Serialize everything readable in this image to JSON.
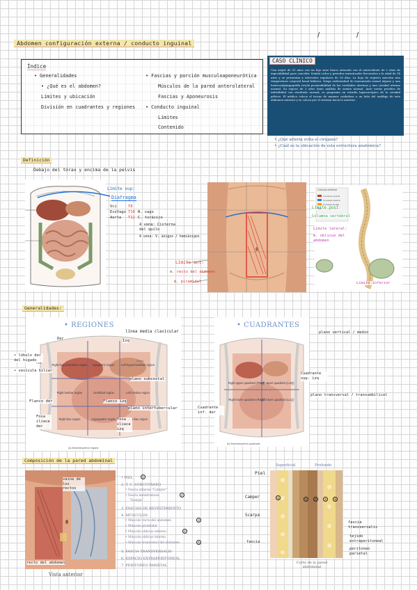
{
  "header": {
    "title": "Abdomen configuración externa / conducto inguinal",
    "date_slash_1": "/",
    "date_slash_2": "/"
  },
  "index": {
    "title": "Índice",
    "left": [
      "• Generalidades",
      "• ¿Qué es el abdomen?",
      "Límites y ubicación",
      "División en cuadrantes y regiones"
    ],
    "right": [
      "• Fascias y porción musculoaponeurótica",
      "Músculos de la pared anterolateral",
      "Fascias y Aponeurosis",
      "• Conducto inguinal",
      "Límites",
      "Contenido"
    ]
  },
  "caso": {
    "title": "CASO CLÍNICO",
    "text": "Una mujer de 31 años con un hijo sano busca atención con el antecedente de 2 años de imposibilidad para concebir. Señala ciclos y periodos menstruales frecuentes a la edad de 14 años y se presentan a intervalos regulares de 28 días. La hoja de registro muestra una temperatura corporal basal bifásica. Niega enfermedad de transmisión sexual alguna y una histerosalpingografía revela permeabilidad de las cavidades uterinas y una cavidad uterina normal. Su esposo de 3 años tiene análisis de semen normal. Ante varias pruebas de infertilidad con resultado normal, se programa un estudio laparoscópico de la cavidad pélvica. El médico coloca el trocar de manera cuidadosa a un lado del ombligo de este abdomen anterior y se coloca por el sistema hacia lo anterior.",
    "questions": [
      "• ¿Qué arteria evita el cirujano?",
      "• ¿Cuál es la ubicación de esta estructura anatómica?"
    ]
  },
  "definicion": {
    "head": "Definición",
    "text": "Debajo del tórax y encima de la pelvis",
    "labels": {
      "limite_sup": "Límite sup:",
      "diafragma": "Diafragma",
      "vci": "Vci",
      "esofago": "Esófago",
      "aorta": "Aorta",
      "t8": "T8",
      "t10": "T10",
      "t12": "T12",
      "n_vago": "N. vago",
      "c_toracico": "C. torácico",
      "cisterna": "4 vena: Cisterna del quilo",
      "v_azigos": "4 vena: V. ázigos / hemiázigos",
      "limite_ant": "Límite ant:",
      "m_recto": "m. recto del abdomen",
      "m_piramidal": "m. piramidal",
      "limite_post": "Límite post:",
      "columna": "Columna vertebral",
      "limite_lateral": "Límite lateral:",
      "m_oblicuo": "m. oblicuo del abdomen",
      "limite_inferior": "Límite inferior"
    },
    "spine_chart": {
      "title": "Columna vertebral",
      "legend": [
        "Curvatura cervical",
        "Curvatura torácica",
        "Curvatura lumbar",
        "Curvatura sacra"
      ]
    }
  },
  "generalidades": {
    "head": "Generalidades:",
    "regiones": {
      "title": "• REGIONES",
      "caption": "(a) Abdominopelvic regions",
      "regions": [
        "Right hypochondriac region",
        "Epigastric region",
        "Left hypochondriac region",
        "Right lumbar region",
        "Umbilical region",
        "Left lumbar region",
        "Right iliac region",
        "Hypogastric region",
        "Left iliac region"
      ],
      "anno": {
        "linea_media": "línea media clavicular",
        "izq": "Izq",
        "der": "Der",
        "lobulo": "• lóbulo der del hígado",
        "vesicula": "• vesícula biliar",
        "subcostal": "plano subcostal",
        "flanco_der": "Flanco der",
        "flanco_izq": "Flanco izq",
        "intertubercular": "plano intertubercular",
        "fosa_der": "Fosa iliaca der",
        "fosa_izq": "Fosa iliaca izq",
        "diaphr": "Diaphr",
        "liver": "Liver"
      }
    },
    "cuadrantes": {
      "title": "• CUADRANTES",
      "caption": "(b) Abdominopelvic quadrants",
      "quads": [
        "Right upper quadrant (RUQ)",
        "Left upper quadrant (LUQ)",
        "Right lower quadrant (RLQ)",
        "Left lower quadrant (LLQ)"
      ],
      "anno": {
        "vertical": "plano vertical / medio",
        "cuadrante_sup": "Cuadrante sup. izq",
        "transversal": "plano transversal / transumbilical",
        "cuadrante_inf": "Cuadrante inf. der"
      }
    }
  },
  "composicion": {
    "head": "Composición de la pared abdominal",
    "anno": {
      "vaina": "vaina de los rectos",
      "recto": "recto del abdomen",
      "vista": "Vista anterior"
    },
    "list": [
      "• PIEL",
      "2. T. C. SUBCUTÁNEO",
      "3. FASCIAS DE REVESTIMIENTO",
      "4. MÚSCULOS",
      "5. FASCIA TRANSVERSALIS",
      "6. ESPACIO EXTRAPERITONEAL",
      "7. PERITONEO PARIETAL"
    ],
    "sublist_tcs": [
      "• Fascia adiposa \"Camper\"",
      "• Fascia membranosa",
      "\"Scarpa\""
    ],
    "sublist_musc": [
      "• Músculo recto del abdomen",
      "• Músculo piramidal",
      "• Músculo oblicuo externo",
      "• Músculo oblicuo interno",
      "• Músculo transverso del abdomen"
    ],
    "circles": [
      "1",
      "2",
      "3",
      "4",
      "5"
    ]
  },
  "corte": {
    "superficial": "Superficial",
    "profundo": "Profundo",
    "piel": "Piel",
    "camper": "Camper",
    "scarpa": "Scarpa",
    "fascia": "fascia",
    "f_transversalis": "fascia transversalis",
    "tejido_extra": "tejido extraperitoneal",
    "peritoneo": "peritoneo parietal",
    "caption": "Corte de la pared abdominal",
    "circles": [
      "1",
      "2",
      "3",
      "4",
      "5"
    ]
  }
}
